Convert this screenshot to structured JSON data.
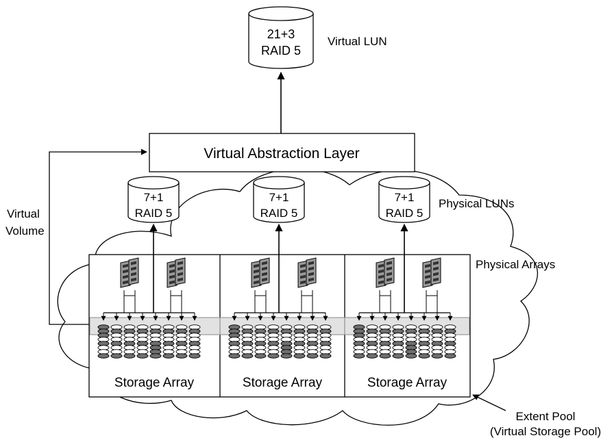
{
  "virtual_lun": {
    "line1": "21+3",
    "line2": "RAID 5",
    "label": "Virtual LUN"
  },
  "abstraction_layer": "Virtual Abstraction Layer",
  "virtual_volume": {
    "line1": "Virtual",
    "line2": "Volume"
  },
  "physical_luns": {
    "label": "Physical LUNs",
    "items": [
      {
        "line1": "7+1",
        "line2": "RAID 5"
      },
      {
        "line1": "7+1",
        "line2": "RAID 5"
      },
      {
        "line1": "7+1",
        "line2": "RAID 5"
      }
    ]
  },
  "physical_arrays_label": "Physical Arrays",
  "storage_arrays": [
    "Storage Array",
    "Storage Array",
    "Storage Array"
  ],
  "extent_pool": {
    "line1": "Extent Pool",
    "line2": "(Virtual Storage Pool)"
  }
}
